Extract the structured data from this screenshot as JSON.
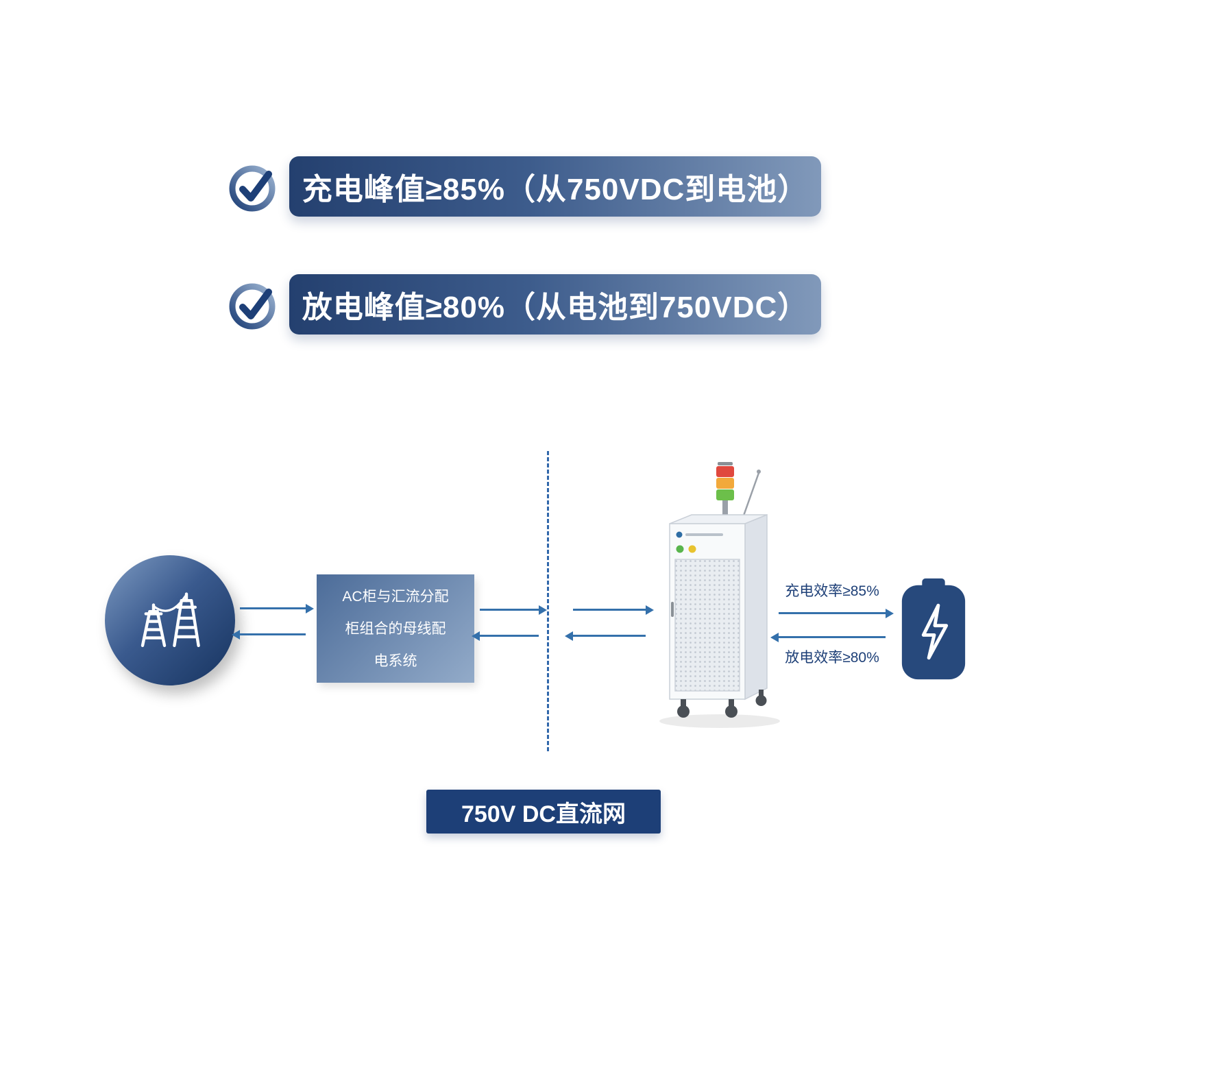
{
  "features": [
    {
      "text": "充电峰值≥85%（从750VDC到电池）"
    },
    {
      "text": "放电峰值≥80%（从电池到750VDC）"
    }
  ],
  "diagram": {
    "box_lines": [
      "AC柜与汇流分配",
      "柜组合的母线配",
      "电系统"
    ],
    "charge_label": "充电效率≥85%",
    "discharge_label": "放电效率≥80%"
  },
  "footer_label": "750V DC直流网",
  "colors": {
    "navy": "#1d3f77",
    "arrow_blue": "#3470ab",
    "banner_gradient_start": "#24406f",
    "banner_gradient_end": "#8199ba"
  }
}
